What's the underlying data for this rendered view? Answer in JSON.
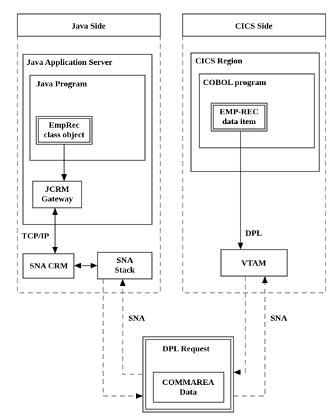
{
  "java_side": {
    "title": "Java Side",
    "app_server": "Java Application Server",
    "program": "Java Program",
    "emprec_line1": "EmpRec",
    "emprec_line2": "class object",
    "jcrm_line1": "JCRM",
    "jcrm_line2": "Gateway",
    "tcpip": "TCP/IP",
    "sna_crm": "SNA CRM",
    "sna_stack_line1": "SNA",
    "sna_stack_line2": "Stack"
  },
  "cics_side": {
    "title": "CICS Side",
    "region": "CICS Region",
    "cobol": "COBOL program",
    "emprec_line1": "EMP-REC",
    "emprec_line2": "data item",
    "dpl": "DPL",
    "vtam": "VTAM"
  },
  "links": {
    "sna_left": "SNA",
    "sna_right": "SNA"
  },
  "dpl_request": {
    "title": "DPL Request",
    "commarea_line1": "COMMAREA",
    "commarea_line2": "Data"
  }
}
